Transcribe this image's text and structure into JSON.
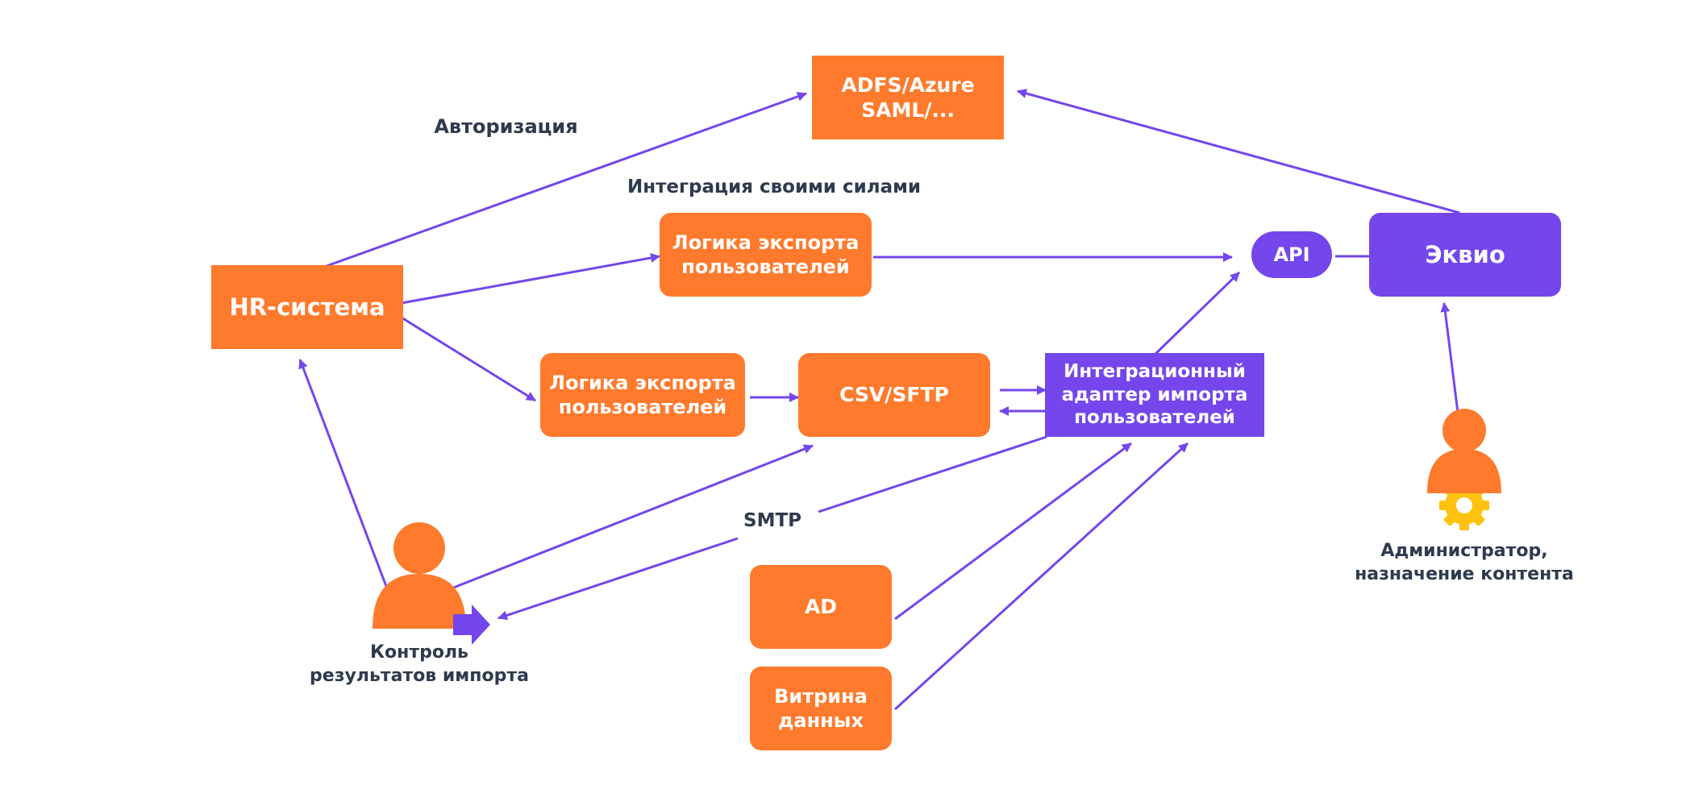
{
  "colors": {
    "orange": "#FF7A2C",
    "purple": "#7446EC",
    "yellow": "#FFC20E",
    "text": "#2E3A4D"
  },
  "nodes": {
    "adfs": "ADFS/Azure\nSAML/...",
    "hr": "HR-система",
    "export_top": "Логика экспорта\nпользователей",
    "export_mid": "Логика экспорта\nпользователей",
    "csv": "CSV/SFTP",
    "adapter": "Интеграционный\nадаптер импорта\nпользователей",
    "api": "API",
    "ekvio": "Эквио",
    "ad": "AD",
    "vitrina": "Витрина\nданных"
  },
  "labels": {
    "auth": "Авторизация",
    "integration": "Интеграция своими силами",
    "smtp": "SMTP",
    "control": "Контроль\nрезультатов импорта",
    "admin": "Администратор,\nназначение контента"
  },
  "icons": {
    "control_person": "person-arrow-icon",
    "admin_person": "person-gear-icon"
  }
}
